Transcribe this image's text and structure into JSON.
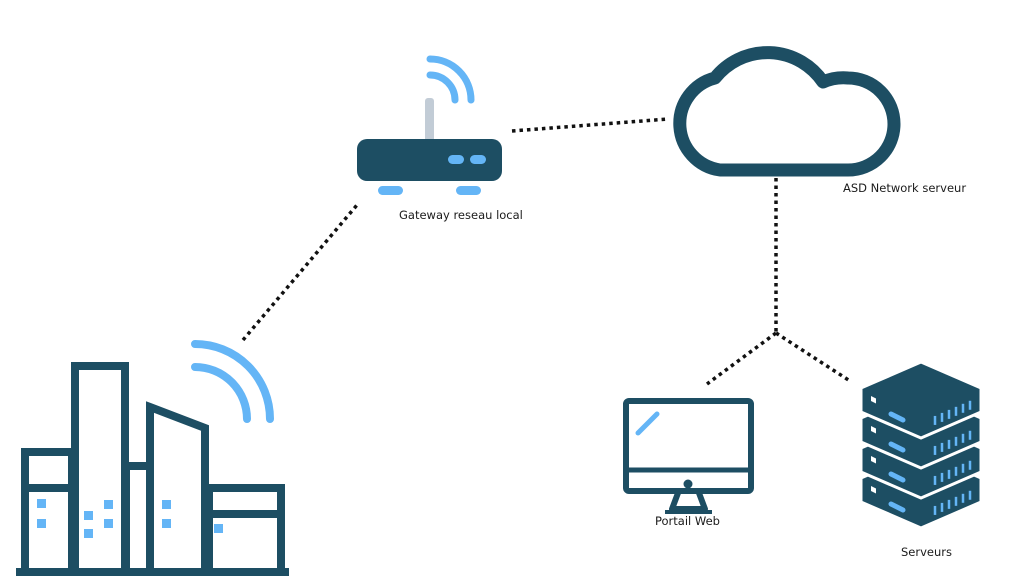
{
  "labels": {
    "gateway": "Gateway reseau local",
    "cloud": "ASD Network serveur",
    "portal": "Portail Web",
    "servers": "Serveurs"
  },
  "icons": {
    "factory": "factory-icon",
    "router": "router-icon",
    "cloud": "cloud-icon",
    "monitor": "monitor-icon",
    "servers": "server-stack-icon"
  },
  "colors": {
    "dark": "#1d4e63",
    "accent": "#64b5f6",
    "antenna": "#c2ccd6",
    "line": "#111111"
  }
}
